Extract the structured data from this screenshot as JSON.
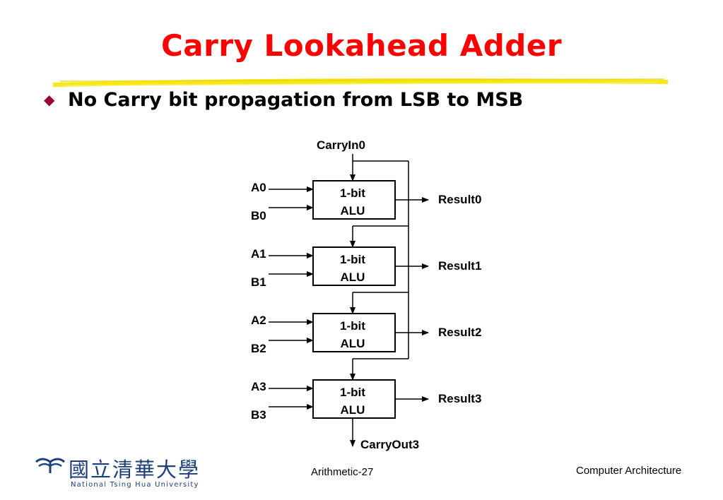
{
  "slide": {
    "title": "Carry Lookahead Adder",
    "bullet_icon": "diamond-bullet-icon",
    "bullet": "No Carry bit propagation from LSB to MSB"
  },
  "diagram": {
    "carry_in": "CarryIn0",
    "carry_out": "CarryOut3",
    "stages": [
      {
        "a": "A0",
        "b": "B0",
        "alu_line1": "1-bit",
        "alu_line2": "ALU",
        "result": "Result0"
      },
      {
        "a": "A1",
        "b": "B1",
        "alu_line1": "1-bit",
        "alu_line2": "ALU",
        "result": "Result1"
      },
      {
        "a": "A2",
        "b": "B2",
        "alu_line1": "1-bit",
        "alu_line2": "ALU",
        "result": "Result2"
      },
      {
        "a": "A3",
        "b": "B3",
        "alu_line1": "1-bit",
        "alu_line2": "ALU",
        "result": "Result3"
      }
    ]
  },
  "footer": {
    "page": "Arithmetic-27",
    "course": "Computer Architecture",
    "logo_chinese": "國立清華大學",
    "logo_english": "National Tsing Hua University"
  },
  "colors": {
    "title": "#ff0000",
    "highlight": "#f5e400",
    "bullet": "#990033",
    "logo": "#1c3f7a"
  }
}
